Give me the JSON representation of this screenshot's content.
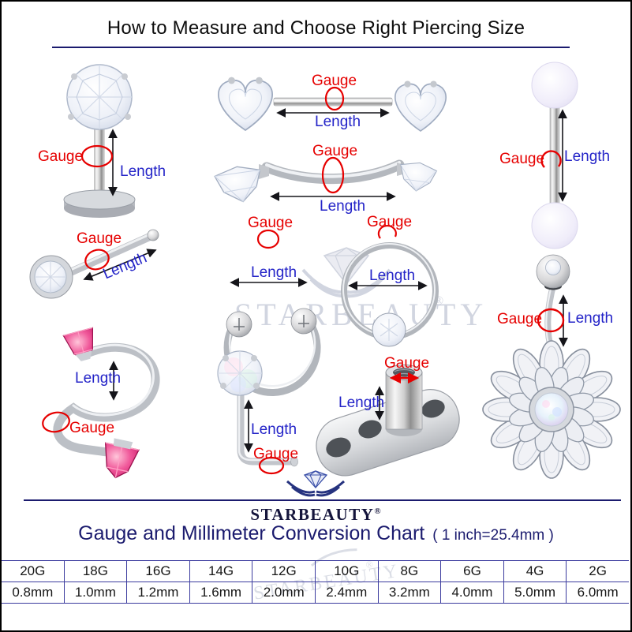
{
  "title": "How to Measure and Choose Right Piercing Size",
  "labels": {
    "gauge": "Gauge",
    "length": "Length"
  },
  "brand": {
    "name": "STARBEAUTY",
    "registered": "®"
  },
  "conversion_chart": {
    "heading": "Gauge and Millimeter Conversion Chart",
    "note": "( 1 inch=25.4mm )",
    "columns": [
      {
        "gauge": "20G",
        "mm": "0.8mm"
      },
      {
        "gauge": "18G",
        "mm": "1.0mm"
      },
      {
        "gauge": "16G",
        "mm": "1.2mm"
      },
      {
        "gauge": "14G",
        "mm": "1.6mm"
      },
      {
        "gauge": "12G",
        "mm": "2.0mm"
      },
      {
        "gauge": "10G",
        "mm": "2.4mm"
      },
      {
        "gauge": "8G",
        "mm": "3.2mm"
      },
      {
        "gauge": "6G",
        "mm": "4.0mm"
      },
      {
        "gauge": "4G",
        "mm": "5.0mm"
      },
      {
        "gauge": "2G",
        "mm": "6.0mm"
      }
    ]
  },
  "jewelry_items": [
    "labret-stud",
    "heart-gem-barbell",
    "curved-barbell",
    "horseshoe-circular-barbell",
    "captive-bead-ring",
    "nose-bone-stud",
    "spiral-twist-barbell",
    "l-shaped-nose-stud",
    "dermal-anchor",
    "straight-barbell",
    "belly-button-ring-flower"
  ],
  "colors": {
    "gauge_label": "#e60000",
    "length_label": "#2424c8",
    "navy": "#1b1b6e",
    "table_border": "#3b3b9e",
    "title_text": "#0d0d0d",
    "watermark_gray": "#ccd0dc",
    "steel_gray": "#c3c6cb",
    "pink_gem": "#e8418a",
    "opal_center": "#dce9f7"
  }
}
